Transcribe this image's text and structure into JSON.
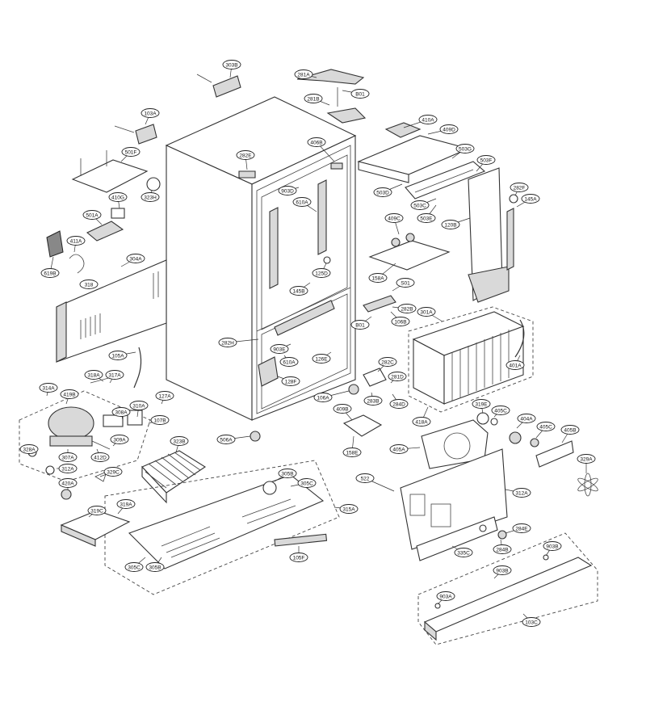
{
  "parts": [
    {
      "id": "303B"
    },
    {
      "id": "281A"
    },
    {
      "id": "281B"
    },
    {
      "id": "B01"
    },
    {
      "id": "410A"
    },
    {
      "id": "409D"
    },
    {
      "id": "103A"
    },
    {
      "id": "501F"
    },
    {
      "id": "410G"
    },
    {
      "id": "323H"
    },
    {
      "id": "282E"
    },
    {
      "id": "406B"
    },
    {
      "id": "903D"
    },
    {
      "id": "610A"
    },
    {
      "id": "503G"
    },
    {
      "id": "503F"
    },
    {
      "id": "503D"
    },
    {
      "id": "503C"
    },
    {
      "id": "503E"
    },
    {
      "id": "282F"
    },
    {
      "id": "145A"
    },
    {
      "id": "409C"
    },
    {
      "id": "120B"
    },
    {
      "id": "501A"
    },
    {
      "id": "411A"
    },
    {
      "id": "619B"
    },
    {
      "id": "304A"
    },
    {
      "id": "318"
    },
    {
      "id": "125D"
    },
    {
      "id": "145B"
    },
    {
      "id": "158A"
    },
    {
      "id": "S01"
    },
    {
      "id": "282B"
    },
    {
      "id": "B01"
    },
    {
      "id": "106B"
    },
    {
      "id": "301A"
    },
    {
      "id": "282H"
    },
    {
      "id": "903E"
    },
    {
      "id": "126E"
    },
    {
      "id": "610A"
    },
    {
      "id": "128F"
    },
    {
      "id": "105A"
    },
    {
      "id": "401A"
    },
    {
      "id": "282C"
    },
    {
      "id": "281D"
    },
    {
      "id": "106A"
    },
    {
      "id": "283B"
    },
    {
      "id": "284D"
    },
    {
      "id": "418A"
    },
    {
      "id": "409B"
    },
    {
      "id": "318A"
    },
    {
      "id": "317A"
    },
    {
      "id": "314A"
    },
    {
      "id": "419B"
    },
    {
      "id": "127A"
    },
    {
      "id": "308A"
    },
    {
      "id": "310A"
    },
    {
      "id": "107B"
    },
    {
      "id": "309A"
    },
    {
      "id": "412D"
    },
    {
      "id": "328A"
    },
    {
      "id": "307A"
    },
    {
      "id": "312A"
    },
    {
      "id": "329C"
    },
    {
      "id": "506A"
    },
    {
      "id": "323B"
    },
    {
      "id": "158E"
    },
    {
      "id": "319E"
    },
    {
      "id": "405C"
    },
    {
      "id": "404A"
    },
    {
      "id": "405C"
    },
    {
      "id": "405B"
    },
    {
      "id": "405A"
    },
    {
      "id": "329A"
    },
    {
      "id": "305B"
    },
    {
      "id": "305C"
    },
    {
      "id": "315A"
    },
    {
      "id": "420A"
    },
    {
      "id": "319C"
    },
    {
      "id": "319A"
    },
    {
      "id": "522"
    },
    {
      "id": "312A"
    },
    {
      "id": "284E"
    },
    {
      "id": "284B"
    },
    {
      "id": "335C"
    },
    {
      "id": "105F"
    },
    {
      "id": "305C"
    },
    {
      "id": "305B"
    },
    {
      "id": "903B"
    },
    {
      "id": "903A"
    },
    {
      "id": "903B"
    },
    {
      "id": "103C"
    }
  ]
}
